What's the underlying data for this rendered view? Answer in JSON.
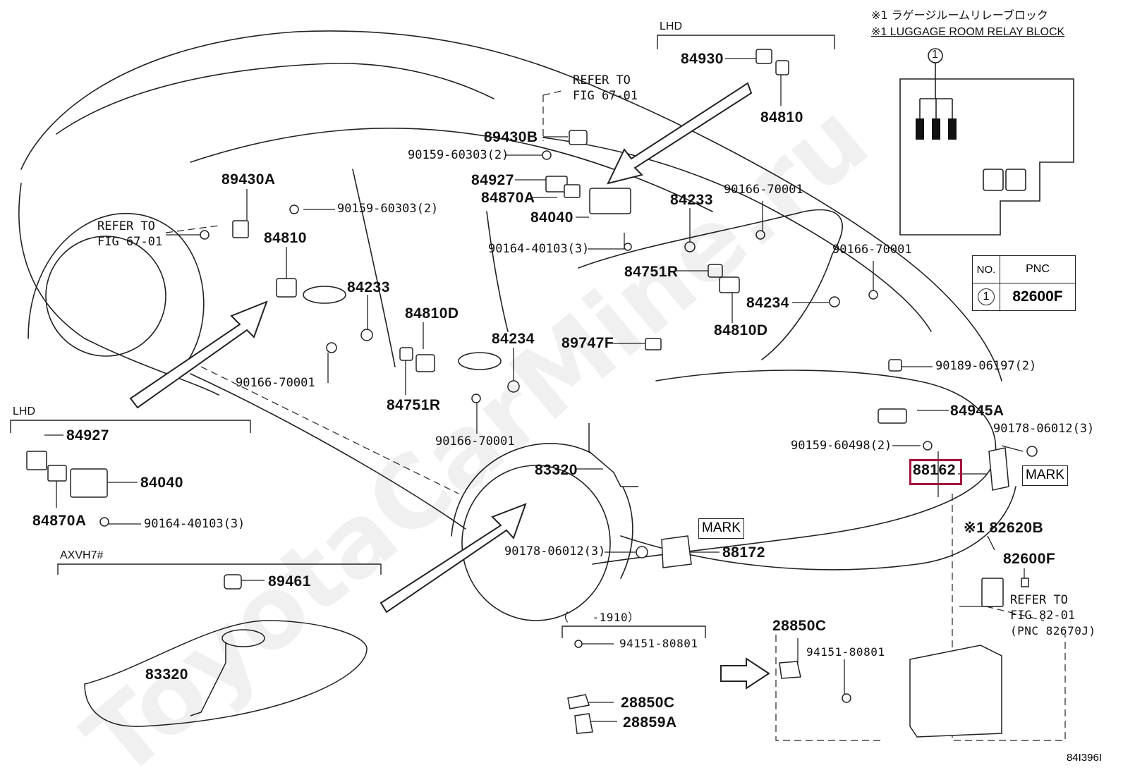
{
  "legend": {
    "jp_text": "※1 ラゲージルームリレーブロック",
    "en_text": "※1 LUGGAGE ROOM RELAY BLOCK",
    "callout_number": "1"
  },
  "pnc_table": {
    "col_no": "NO.",
    "col_pnc": "PNC",
    "row_no": "1",
    "row_pnc": "82600F"
  },
  "watermark": "ToyotaCarMine.ru",
  "catalog_id": "84I396I",
  "groups": {
    "lhd_top": "LHD",
    "lhd_left": "LHD",
    "axvh7": "AXVH7#",
    "range_1910": "（　　-1910）"
  },
  "boxes": {
    "mark_1": "MARK",
    "mark_2": "MARK"
  },
  "labels": {
    "p84930": "84930",
    "p84810_top": "84810",
    "refer_67_top_1": "REFER TO",
    "refer_67_top_2": "FIG 67-01",
    "p89430B": "89430B",
    "p90159_60303_top": "90159-60303(2)",
    "p84927_top": "84927",
    "p84870A_top": "84870A",
    "p84040_top": "84040",
    "p90164_40103_top": "90164-40103(3)",
    "p84233_right": "84233",
    "p90166_70001_a": "90166-70001",
    "p90166_70001_b": "90166-70001",
    "p84751R_right": "84751R",
    "p84234_right": "84234",
    "p84810D_right": "84810D",
    "p89430A": "89430A",
    "p90159_60303_left": "90159-60303(2)",
    "refer_67_left_1": "REFER TO",
    "refer_67_left_2": "FIG 67-01",
    "p84810_left": "84810",
    "p84233_mid": "84233",
    "p84810D_mid": "84810D",
    "p84234_mid": "84234",
    "p89747F": "89747F",
    "p90166_70001_c": "90166-70001",
    "p84751R_mid": "84751R",
    "p90166_70001_d": "90166-70001",
    "p90189_06197": "90189-06197(2)",
    "p84945A": "84945A",
    "p90178_06012_right": "90178-06012(3)",
    "p90159_60498": "90159-60498(2)",
    "p88162": "88162",
    "p83320_mid": "83320",
    "p82620B": "※1 82620B",
    "p82600F": "82600F",
    "refer_82_1": "REFER TO",
    "refer_82_2": "FIG 82-01",
    "refer_82_3": "(PNC 82670J)",
    "p90178_06012_mid": "90178-06012(3)",
    "p88172": "88172",
    "p84927_left": "84927",
    "p84040_left": "84040",
    "p84870A_left": "84870A",
    "p90164_40103_left": "90164-40103(3)",
    "p89461": "89461",
    "p83320_left": "83320",
    "p94151_80801_a": "94151-80801",
    "p28850C_a": "28850C",
    "p28859A": "28859A",
    "p28850C_b": "28850C",
    "p94151_80801_b": "94151-80801"
  }
}
